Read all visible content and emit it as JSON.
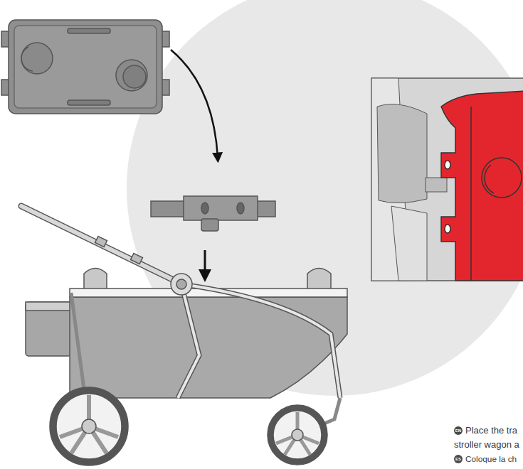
{
  "diagram": {
    "labels": [
      "EN",
      "Place the tra",
      "stroller wagon a",
      "ES",
      "Coloque la ch"
    ]
  }
}
